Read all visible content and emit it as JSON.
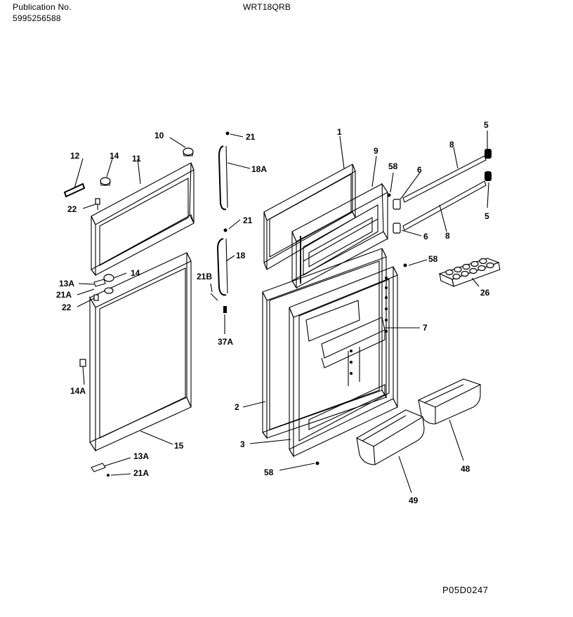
{
  "header": {
    "publication_label": "Publication No.",
    "publication_number": "5995256588",
    "model": "WRT18QRB"
  },
  "footer": {
    "diagram_code": "P05D0247"
  },
  "callouts": {
    "c1": "1",
    "c2": "2",
    "c3": "3",
    "c5a": "5",
    "c5b": "5",
    "c6a": "6",
    "c6b": "6",
    "c7": "7",
    "c8a": "8",
    "c8b": "8",
    "c9": "9",
    "c10": "10",
    "c11": "11",
    "c12": "12",
    "c13a_top": "13A",
    "c13a_bot": "13A",
    "c14_top": "14",
    "c14_mid": "14",
    "c14a": "14A",
    "c15": "15",
    "c18": "18",
    "c18a": "18A",
    "c21_top": "21",
    "c21_mid": "21",
    "c21a_top": "21A",
    "c21a_bot": "21A",
    "c21b": "21B",
    "c22_top": "22",
    "c22_bot": "22",
    "c26": "26",
    "c37a": "37A",
    "c48": "48",
    "c49": "49",
    "c58_top": "58",
    "c58_mid": "58",
    "c58_bot": "58"
  }
}
